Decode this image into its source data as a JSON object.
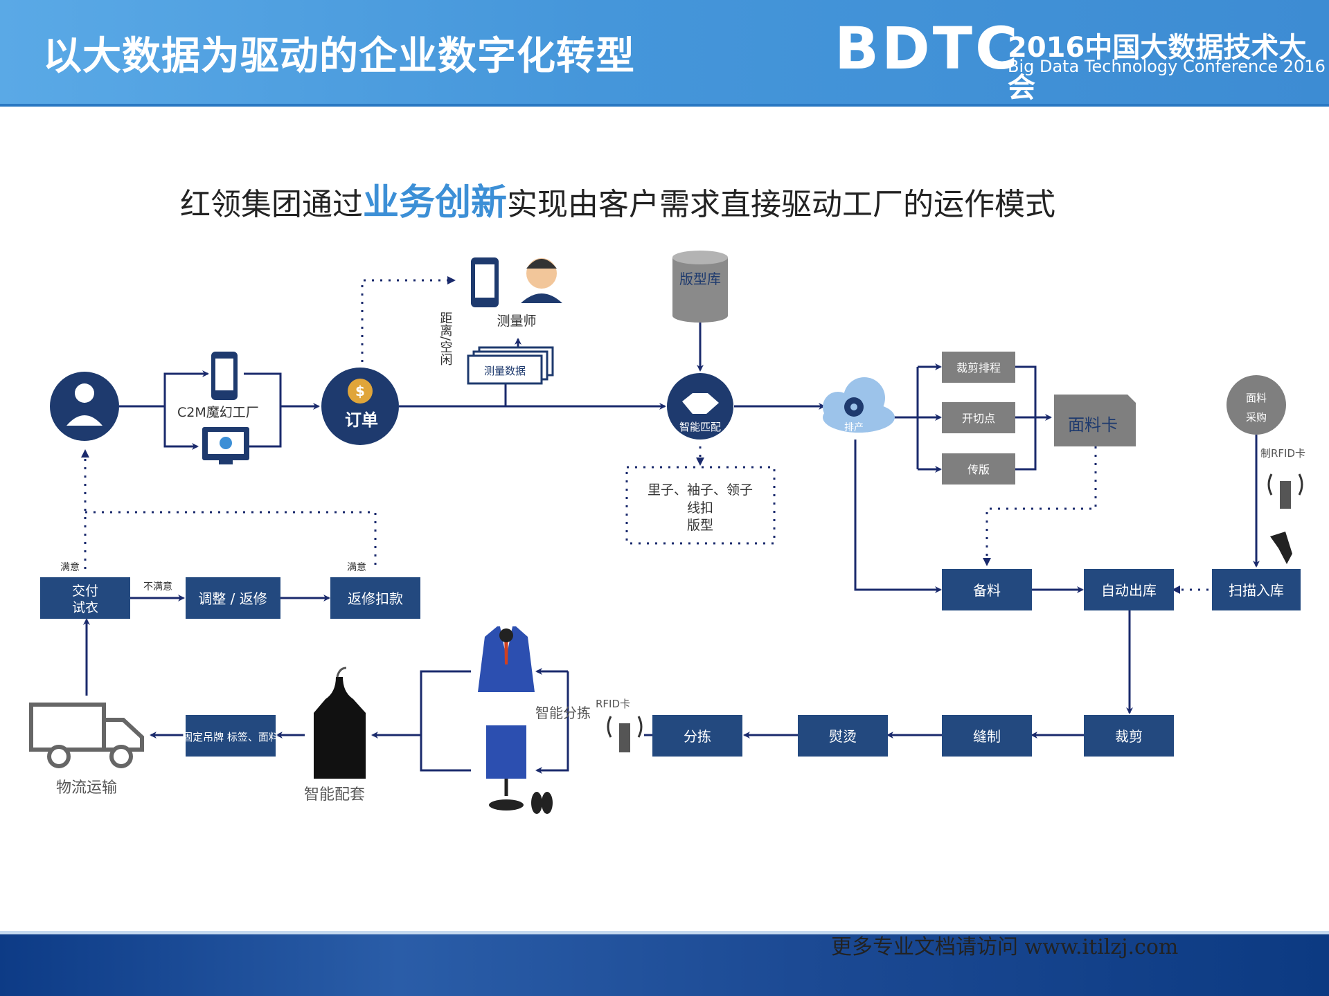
{
  "header": {
    "title": "以大数据为驱动的企业数字化转型",
    "logo_abbr": "BDTC",
    "logo_cn": "2016中国大数据技术大会",
    "logo_en": "Big Data Technology Conference 2016"
  },
  "subtitle": {
    "prefix": "红领集团通过",
    "highlight": "业务创新",
    "suffix": "实现由客户需求直接驱动工厂的运作模式"
  },
  "nodes": {
    "c2m": "C2M魔幻工厂",
    "order": "订单",
    "measurer": "测量师",
    "measure_data": "测量数据",
    "distance": "距离/空闲",
    "pattern_lib": "版型库",
    "smart_match": "智能匹配",
    "match_note_1": "里子、袖子、领子",
    "match_note_2": "线扣",
    "match_note_3": "版型",
    "schedule": "排产",
    "cut_schedule": "裁剪排程",
    "cut_point": "开切点",
    "pattern_transfer": "传版",
    "fabric_card": "面料卡",
    "fabric_purchase_1": "面料",
    "fabric_purchase_2": "采购",
    "rfid_make": "制RFID卡",
    "scan_in": "扫描入库",
    "auto_out": "自动出库",
    "prepare": "备料",
    "cutting": "裁剪",
    "sewing": "缝制",
    "ironing": "熨烫",
    "sorting": "分拣",
    "rfid_card": "RFID卡",
    "smart_sort": "智能分拣",
    "smart_match_set": "智能配套",
    "fix_tag": "固定吊牌 标签、面料",
    "logistics": "物流运输",
    "deliver_1": "交付",
    "deliver_2": "试衣",
    "adjust": "调整 / 返修",
    "deduct": "返修扣款",
    "satisfied_1": "满意",
    "unsatisfied": "不满意",
    "satisfied_2": "满意"
  },
  "footer": {
    "text": "更多专业文档请访问 www.itilzj.com"
  },
  "colors": {
    "navy": "#1e3a6e",
    "box": "#23497f",
    "grey": "#7f7f7f",
    "accent": "#3c8fd6",
    "line": "#1a2a6c"
  }
}
